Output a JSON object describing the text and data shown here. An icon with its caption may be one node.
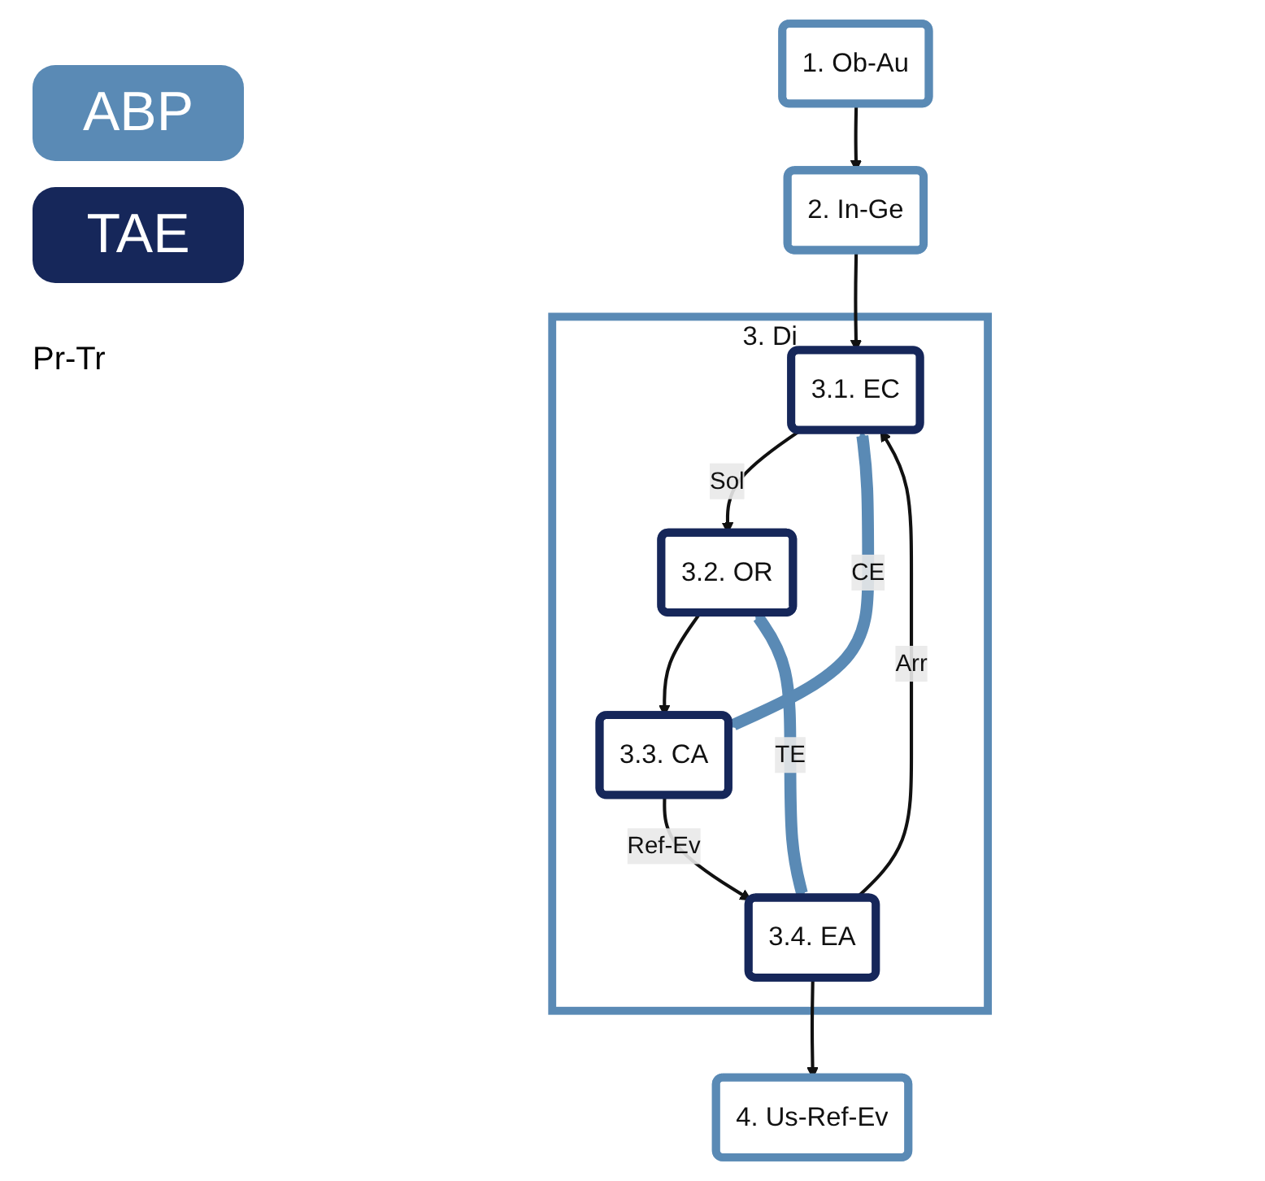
{
  "diagram": {
    "nodes": [
      {
        "text": [
          "1. Ob-Au"
        ]
      },
      {
        "text": [
          "2. In-Ge"
        ]
      },
      {
        "text": [
          "3. Di"
        ]
      },
      {
        "text": [
          "3.1. EC"
        ],
        "in": 2
      },
      {
        "text": [
          "3.2. OR"
        ],
        "in": 2
      },
      {
        "text": [
          "3.3. CA"
        ],
        "in": 2
      },
      {
        "text": [
          "3.4. EA"
        ],
        "in": 2
      },
      {
        "text": [
          "4. Us-Ref-Ev"
        ]
      }
    ],
    "edges": [
      {
        "from": 0,
        "to": 1,
        "arrow": "to"
      },
      {
        "from": 1,
        "to": 3,
        "arrow": "to"
      },
      {
        "from": 3,
        "to": 4,
        "arrow": "to",
        "label": "Sol"
      },
      {
        "from": 4,
        "to": 5,
        "arrow": "to"
      },
      {
        "from": 5,
        "to": 6,
        "arrow": "to",
        "label": "Ref-Ev"
      },
      {
        "from": 6,
        "to": 3,
        "arrow": "to",
        "label": "Arr"
      },
      {
        "from": 6,
        "to": 4,
        "arrow": "both",
        "label": "TE",
        "style": "thick",
        "color": "#5a8ab5"
      },
      {
        "from": 3,
        "to": 5,
        "arrow": "both",
        "label": "CE",
        "style": "thick",
        "color": "#5a8ab5"
      },
      {
        "from": 6,
        "to": 7,
        "arrow": "to"
      }
    ],
    "labels": [
      "Pr-Tr"
    ],
    "legend": [
      {
        "text": "ABP",
        "color": "#5a8ab5"
      },
      {
        "text": "TAE",
        "color": "#16275a"
      }
    ]
  }
}
